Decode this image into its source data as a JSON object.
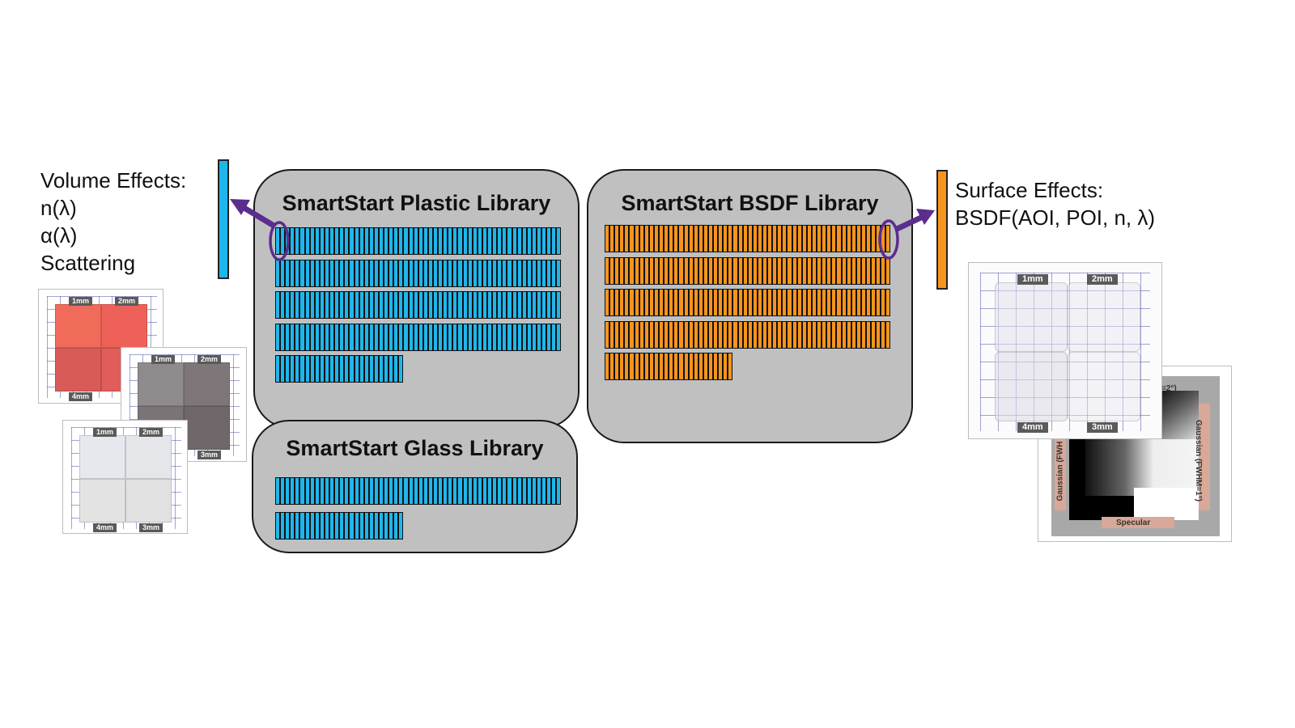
{
  "volume_effects": {
    "heading": "Volume Effects:",
    "lines": [
      "n(λ)",
      "α(λ)",
      "Scattering"
    ]
  },
  "surface_effects": {
    "heading": "Surface Effects:",
    "lines": [
      "BSDF(AOI, POI, n, λ)"
    ]
  },
  "plastic_library": {
    "title": "SmartStart Plastic Library",
    "bar_color": "#1fb6ec",
    "rows": [
      58,
      58,
      58,
      58,
      26
    ]
  },
  "glass_library": {
    "title": "SmartStart Glass Library",
    "bar_color": "#1fb6ec",
    "rows": [
      58,
      26
    ]
  },
  "bsdf_library": {
    "title": "SmartStart BSDF Library",
    "bar_color": "#f7941d",
    "rows": [
      58,
      58,
      58,
      58,
      26
    ]
  },
  "colors": {
    "box_fill": "#c0c0c0",
    "arrow": "#5b2d8e",
    "blue": "#1fb6ec",
    "orange": "#f7941d"
  },
  "volume_samples": {
    "top_labels": [
      "1mm",
      "2mm"
    ],
    "bottom_labels": [
      "4mm",
      "3mm"
    ]
  },
  "surface_sample": {
    "top_labels": [
      "1mm",
      "2mm"
    ],
    "bottom_labels": [
      "4mm",
      "3mm"
    ]
  },
  "bsdf_chart": {
    "label_top": "=2°)",
    "label_right": "Gaussian (FWHM=1°)",
    "label_left": "Gaussian (FWH",
    "label_bottom": "Specular"
  }
}
